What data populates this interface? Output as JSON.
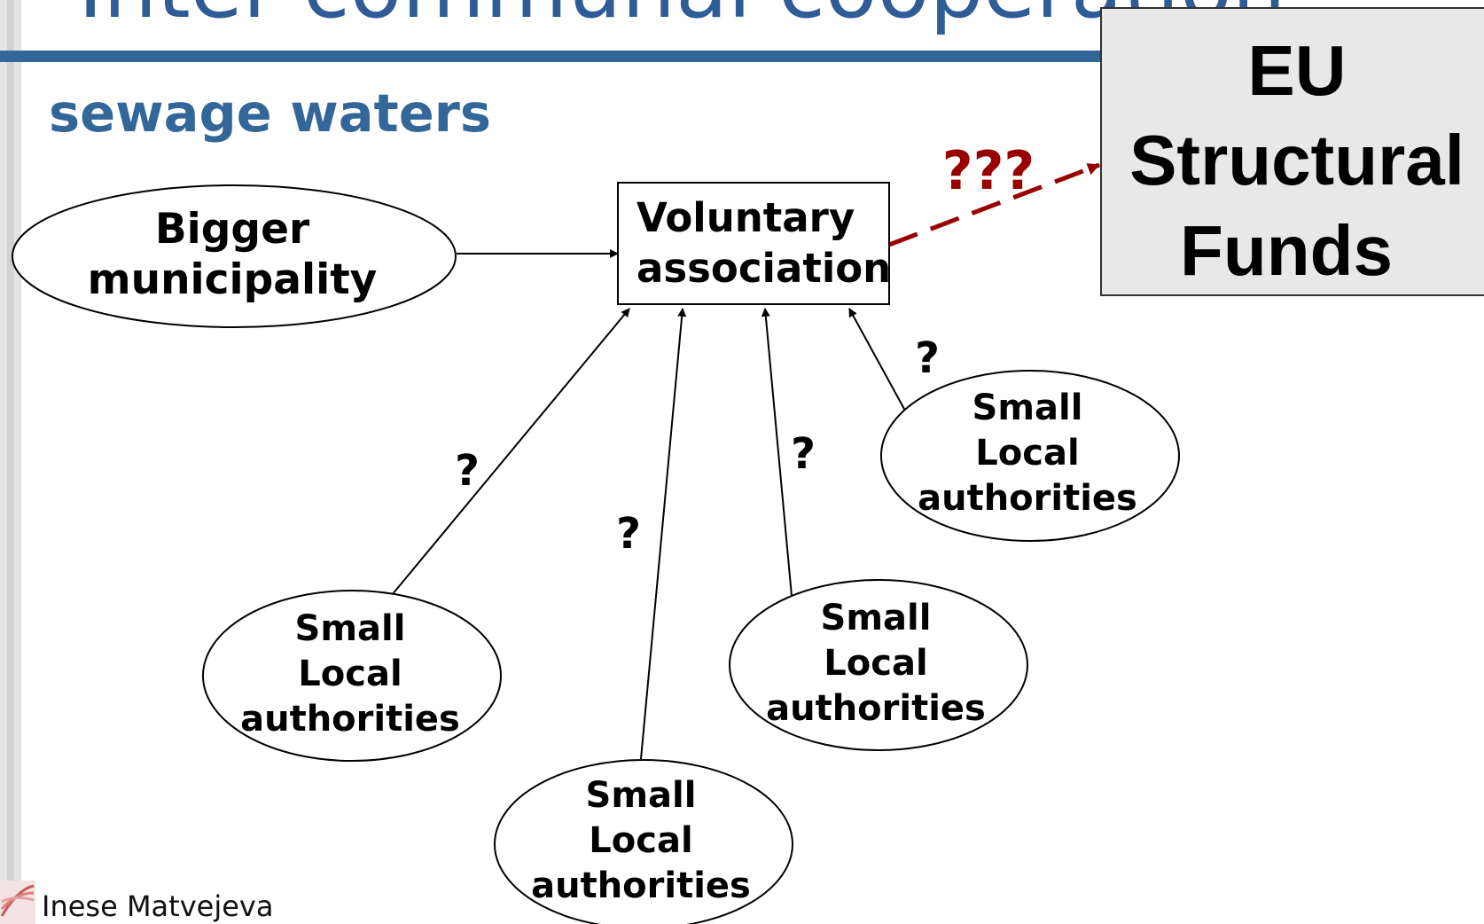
{
  "slide": {
    "title": "Inter-communal cooperation",
    "subtitle": "sewage waters",
    "author": "Inese Matvejeva"
  },
  "nodes": {
    "bigger_municipality": {
      "lines": [
        "Bigger",
        "municipality"
      ]
    },
    "voluntary_association": {
      "lines": [
        "Voluntary",
        "association"
      ]
    },
    "eu_funds": {
      "lines": [
        "EU",
        "Structural",
        "Funds"
      ]
    },
    "small_1": {
      "lines": [
        "Small",
        "Local",
        "authorities"
      ]
    },
    "small_2": {
      "lines": [
        "Small",
        "Local",
        "authorities"
      ]
    },
    "small_3": {
      "lines": [
        "Small",
        "Local",
        "authorities"
      ]
    },
    "small_4": {
      "lines": [
        "Small",
        "Local",
        "authorities"
      ]
    }
  },
  "edges": [
    {
      "from": "bigger_municipality",
      "to": "voluntary_association",
      "label": "",
      "style": "solid"
    },
    {
      "from": "small_1",
      "to": "voluntary_association",
      "label": "?",
      "style": "solid"
    },
    {
      "from": "small_2",
      "to": "voluntary_association",
      "label": "?",
      "style": "solid"
    },
    {
      "from": "small_3",
      "to": "voluntary_association",
      "label": "?",
      "style": "solid"
    },
    {
      "from": "small_4",
      "to": "voluntary_association",
      "label": "?",
      "style": "solid"
    },
    {
      "from": "voluntary_association",
      "to": "eu_funds",
      "label": "???",
      "style": "dashed"
    }
  ],
  "colors": {
    "title": "#2f5c96",
    "rule": "#336699",
    "subtitle": "#336699",
    "dashed_arrow": "#990000",
    "eu_box_fill": "#e8e8e8"
  }
}
